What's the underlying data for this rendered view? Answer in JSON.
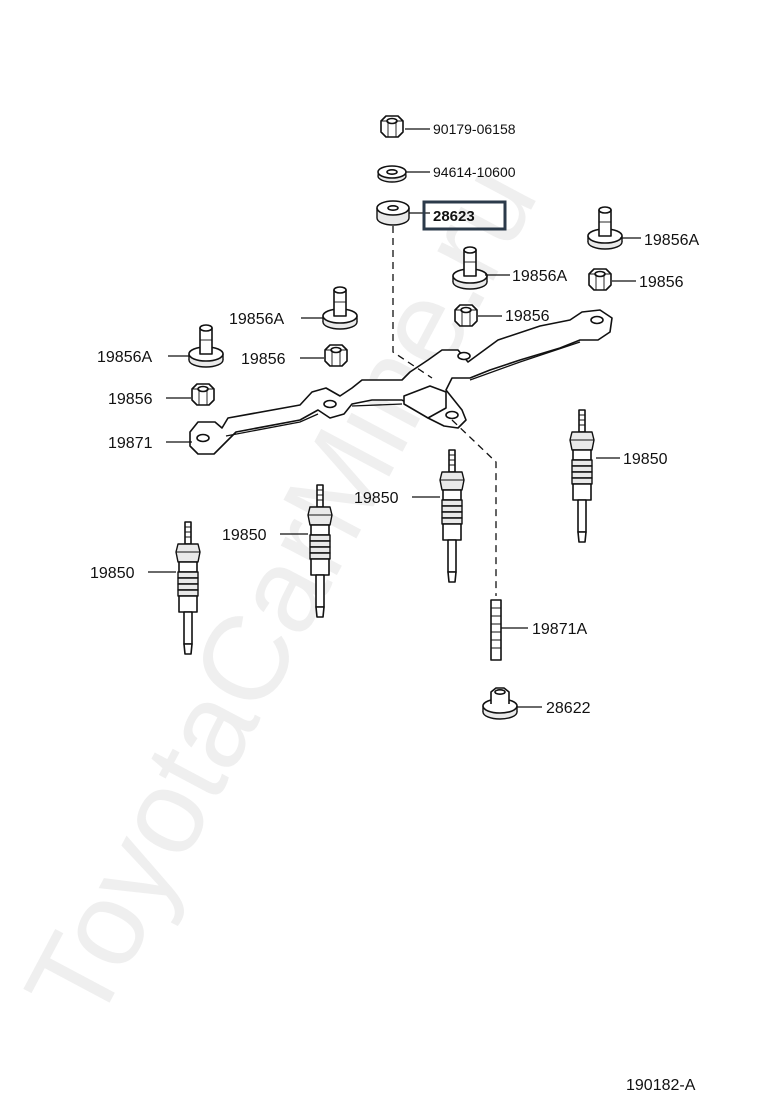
{
  "watermark": "ToyotaCarMine.ru",
  "diagram_code": "190182-A",
  "highlight_color": "#2b3a4a",
  "labels": {
    "p90179": "90179-06158",
    "p94614": "94614-10600",
    "p28623": "28623",
    "p19856A_right": "19856A",
    "p19856A_mid": "19856A",
    "p19856_right": "19856",
    "p19856_mid": "19856",
    "p19856A_left_upper": "19856A",
    "p19856_left_mid": "19856",
    "p19856A_left": "19856A",
    "p19856_left": "19856",
    "p19871": "19871",
    "p19850_right": "19850",
    "p19850_center": "19850",
    "p19850_mid": "19850",
    "p19850_left": "19850",
    "p19871A": "19871A",
    "p28622": "28622"
  }
}
